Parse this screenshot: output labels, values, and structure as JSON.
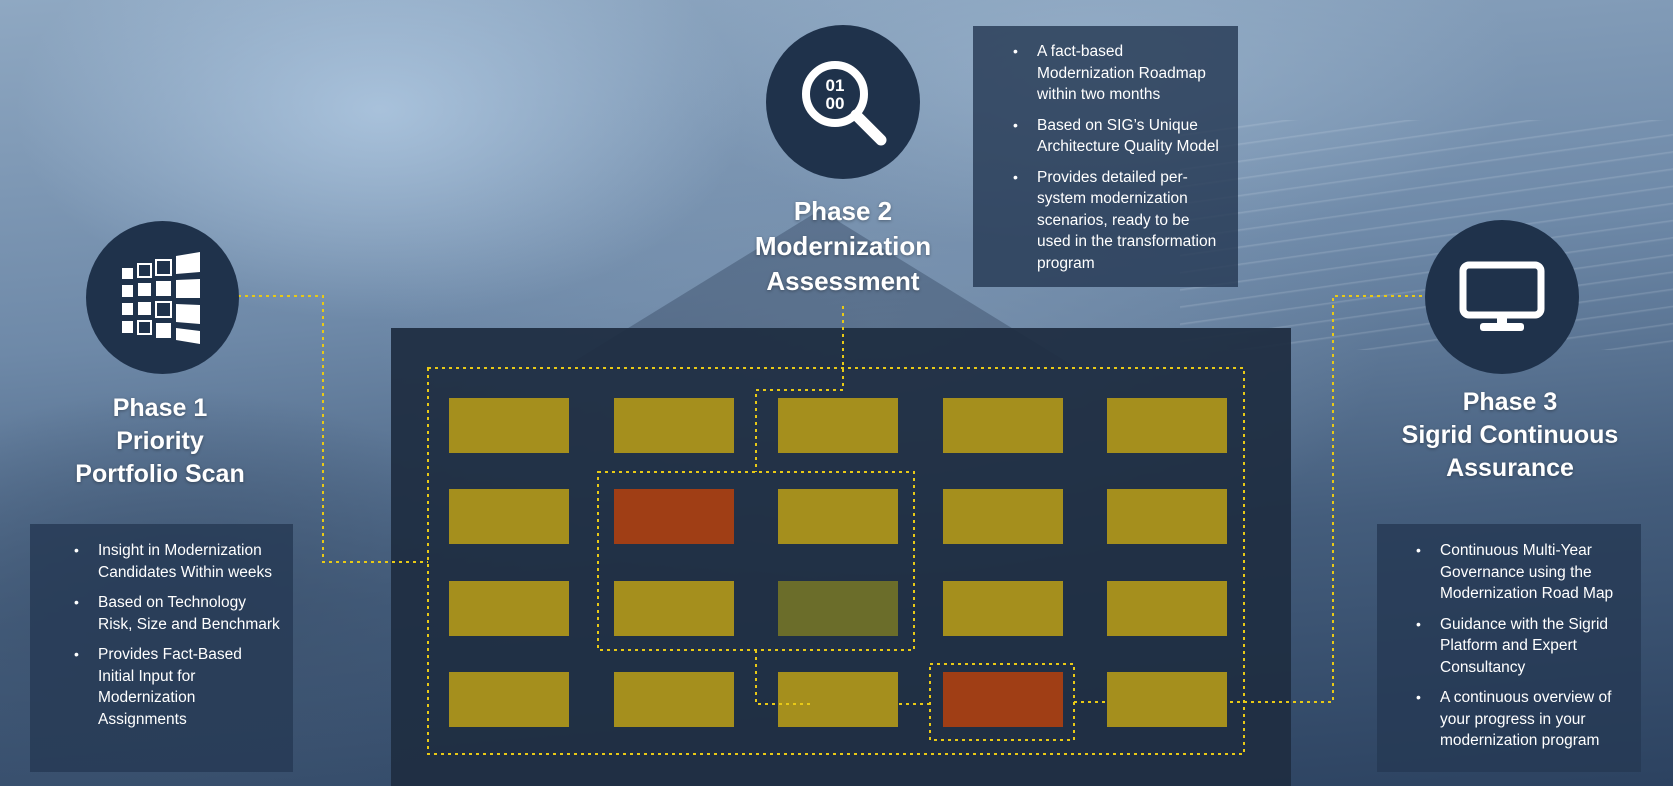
{
  "phases": [
    {
      "icon": "building-grid-icon",
      "title": [
        "Phase 1",
        "Priority",
        "Portfolio Scan"
      ],
      "bullets": [
        "Insight in Modernization Candidates Within weeks",
        "Based on Technology Risk, Size and  Benchmark",
        "Provides Fact-Based Initial Input for Modernization Assignments"
      ]
    },
    {
      "icon": "binary-magnifier-icon",
      "icon_digits": [
        "01",
        "00"
      ],
      "title": [
        "Phase 2",
        "Modernization",
        "Assessment"
      ],
      "bullets": [
        "A fact-based Modernization Roadmap within two months",
        "Based on SIG’s Unique Architecture Quality Model",
        "Provides detailed per-system modernization scenarios, ready to be used in the transformation program"
      ]
    },
    {
      "icon": "monitor-icon",
      "title": [
        "Phase 3",
        "Sigrid Continuous",
        "Assurance"
      ],
      "bullets": [
        "Continuous Multi-Year Governance using the Modernization Road Map",
        "Guidance with the Sigrid Platform and Expert Consultancy",
        "A continuous overview of your progress in your modernization program"
      ]
    }
  ],
  "matrix": {
    "rows": 4,
    "cols": 5,
    "cells": [
      [
        "yellow",
        "yellow",
        "yellow",
        "yellow",
        "yellow"
      ],
      [
        "yellow",
        "red",
        "yellow",
        "yellow",
        "yellow"
      ],
      [
        "yellow",
        "yellow",
        "green",
        "yellow",
        "yellow"
      ],
      [
        "yellow",
        "yellow",
        "yellow",
        "red",
        "yellow"
      ]
    ]
  },
  "colors": {
    "yellow": "#a58f1d",
    "red": "#a03e15",
    "green": "#6b6d2a",
    "connector": "#e8c916",
    "circle": "#1f324b",
    "panel": "#1f2e42"
  }
}
